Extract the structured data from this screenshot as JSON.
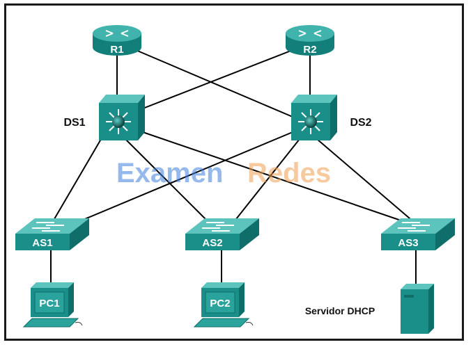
{
  "watermark": {
    "part1": "Examen",
    "part2": "Redes",
    "color1": "#3f7fe0",
    "color2": "#f0a050"
  },
  "devices": {
    "r1": {
      "label": "R1",
      "icon": "router-icon"
    },
    "r2": {
      "label": "R2",
      "icon": "router-icon"
    },
    "ds1": {
      "label": "DS1",
      "icon": "multilayer-switch-icon"
    },
    "ds2": {
      "label": "DS2",
      "icon": "multilayer-switch-icon"
    },
    "as1": {
      "label": "AS1",
      "icon": "switch-icon"
    },
    "as2": {
      "label": "AS2",
      "icon": "switch-icon"
    },
    "as3": {
      "label": "AS3",
      "icon": "switch-icon"
    },
    "pc1": {
      "label": "PC1",
      "icon": "pc-icon"
    },
    "pc2": {
      "label": "PC2",
      "icon": "pc-icon"
    },
    "server": {
      "label": "Servidor DHCP",
      "icon": "server-icon"
    }
  },
  "colors": {
    "device": "#1a8f8a",
    "device_dark": "#0f6e6a",
    "device_light": "#5cc3bd",
    "link": "#000000"
  }
}
